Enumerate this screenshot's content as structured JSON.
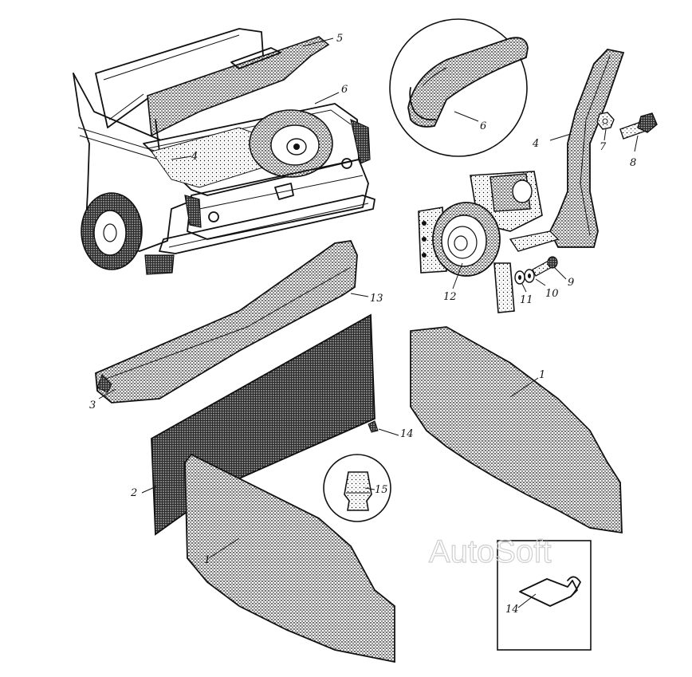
{
  "callouts": {
    "c5": "5",
    "c6_trunk": "6",
    "c4_trunk": "4",
    "c6_detail": "6",
    "c4_bracket": "4",
    "c7": "7",
    "c8": "8",
    "c9": "9",
    "c10": "10",
    "c11": "11",
    "c12": "12",
    "c13": "13",
    "c3": "3",
    "c14_clip": "14",
    "c2": "2",
    "c1_left": "1",
    "c1_right": "1",
    "c15": "15",
    "c14_detail": "14"
  },
  "watermark": "AutoSoft",
  "colors": {
    "ink": "#111111",
    "paper": "#ffffff",
    "watermark": "#cfcfcf"
  }
}
